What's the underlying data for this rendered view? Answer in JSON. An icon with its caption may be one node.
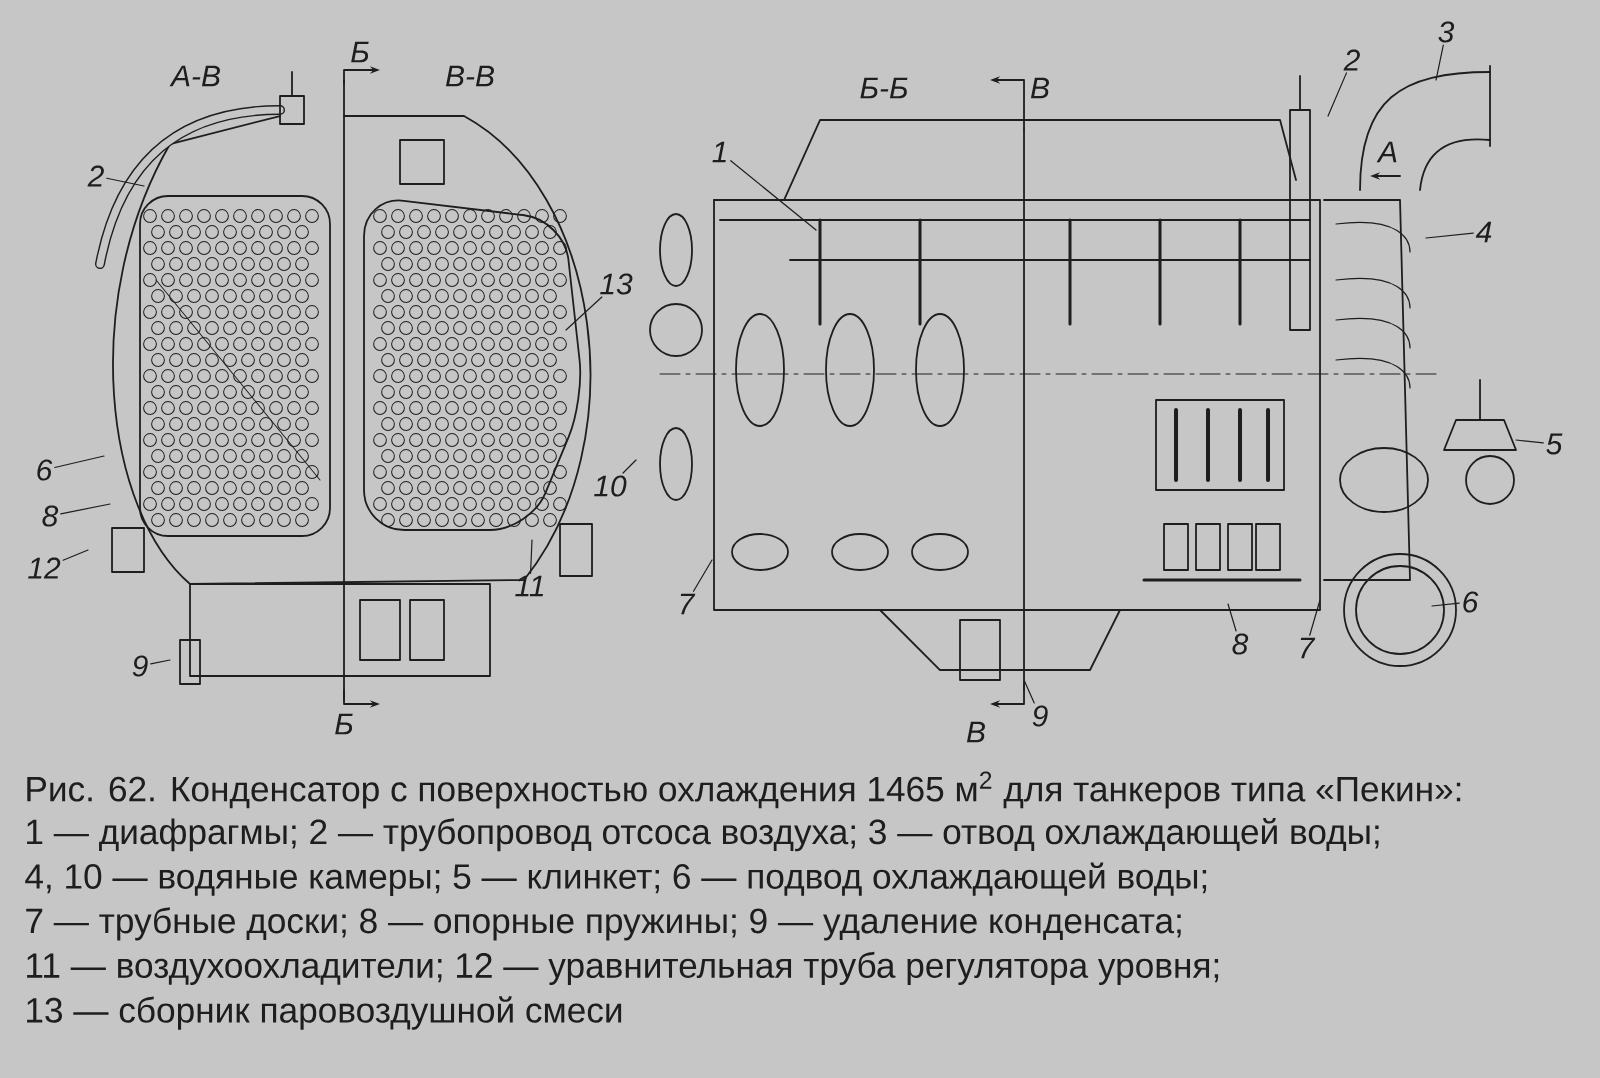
{
  "diagram": {
    "caption": "Рис. 62. Конденсатор с поверхностью охлаждения 1465 м$^{2}$ для танкеров типа «Пекин»:",
    "nodes": [
      {
        "text": [
          "3"
        ]
      },
      {
        "text": [
          "2"
        ]
      },
      {
        "text": [
          "1"
        ]
      },
      {
        "text": [
          "2"
        ]
      },
      {
        "text": [
          "4"
        ]
      },
      {
        "text": [
          "13"
        ]
      },
      {
        "text": [
          "5"
        ]
      },
      {
        "text": [
          "6"
        ]
      },
      {
        "text": [
          "10"
        ]
      },
      {
        "text": [
          "8"
        ]
      },
      {
        "text": [
          "12"
        ]
      },
      {
        "text": [
          "11"
        ]
      },
      {
        "text": [
          "7"
        ]
      },
      {
        "text": [
          "6"
        ]
      },
      {
        "text": [
          "8"
        ]
      },
      {
        "text": [
          "7"
        ]
      },
      {
        "text": [
          "9"
        ]
      },
      {
        "text": [
          "9"
        ]
      }
    ],
    "edges": [
      {
        "from": 0,
        "to": null,
        "arrow": "none"
      },
      {
        "from": 1,
        "to": null,
        "arrow": "none"
      },
      {
        "from": 2,
        "to": null,
        "arrow": "none"
      },
      {
        "from": 3,
        "to": null,
        "arrow": "none"
      },
      {
        "from": 4,
        "to": null,
        "arrow": "none"
      },
      {
        "from": 5,
        "to": null,
        "arrow": "none"
      },
      {
        "from": 6,
        "to": null,
        "arrow": "none"
      },
      {
        "from": 7,
        "to": null,
        "arrow": "none"
      },
      {
        "from": 8,
        "to": null,
        "arrow": "none"
      },
      {
        "from": 9,
        "to": null,
        "arrow": "none"
      },
      {
        "from": 10,
        "to": null,
        "arrow": "none"
      },
      {
        "from": 11,
        "to": null,
        "arrow": "none"
      },
      {
        "from": 12,
        "to": null,
        "arrow": "none"
      },
      {
        "from": 13,
        "to": null,
        "arrow": "none"
      },
      {
        "from": 14,
        "to": null,
        "arrow": "none"
      },
      {
        "from": 15,
        "to": null,
        "arrow": "none"
      },
      {
        "from": 16,
        "to": null,
        "arrow": "none"
      },
      {
        "from": 17,
        "to": null,
        "arrow": "none"
      }
    ],
    "labels": [
      "Б",
      "А-В",
      "В-В",
      "Б-Б",
      "В",
      "А",
      "Б",
      "В",
      "1 — диафрагмы; 2 — трубопровод отсоса воздуха; 3 — отвод охлаждающей воды;",
      "4, 10 — водяные камеры; 5 — клинкет; 6 — подвод охлаждающей воды;",
      "7 — трубные доски; 8 — опорные пружины; 9 — удаление конденсата;",
      "11 — воздухоохладители; 12 — уравнительная труба регулятора уровня;",
      "13 — сборник паровоздушной смеси"
    ]
  }
}
